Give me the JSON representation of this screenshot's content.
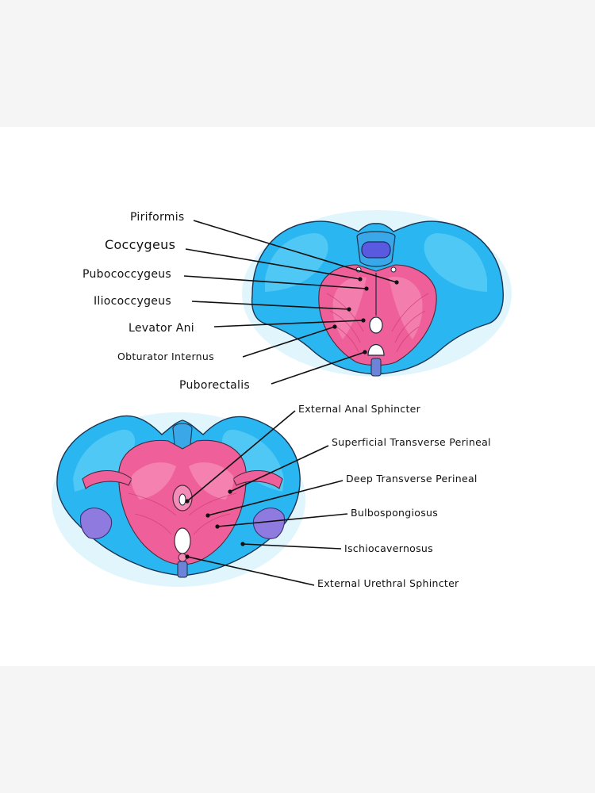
{
  "top_labels": [
    "Piriformis",
    "Coccygeus",
    "Pubococcygeus",
    "Iliococcygeus",
    "Levator Ani",
    "Obturator Internus",
    "Puborectalis"
  ],
  "bottom_labels": [
    "External Anal Sphincter",
    "Superficial Transverse Perineal",
    "Deep Transverse Perineal",
    "Bulbospongiosus",
    "Ischiocavernosus",
    "External Urethral Sphincter"
  ],
  "colors": {
    "bone": "#2ab6f0",
    "muscle": "#ef5f99",
    "purple": "#8f7be0",
    "background": "#ffffff",
    "frame": "#f5f5f5"
  }
}
